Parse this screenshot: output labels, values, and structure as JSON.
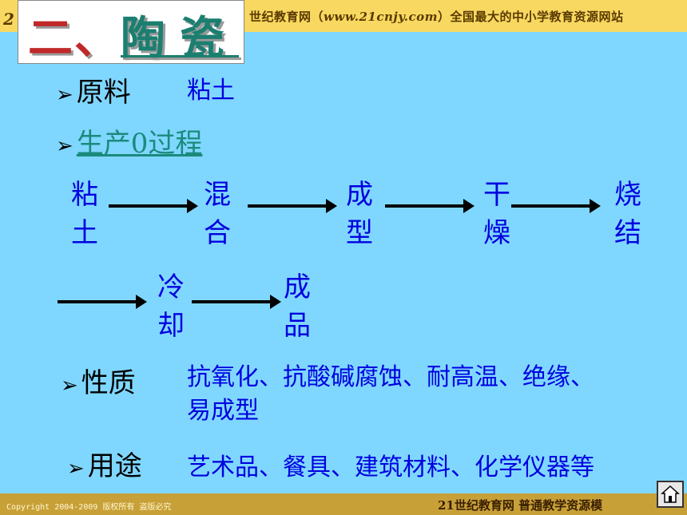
{
  "header": {
    "logo": "2",
    "banner_prefix": "世纪教育网（",
    "banner_url": "www.21cnjy.com",
    "banner_suffix": "）全国最大的中小学教育资源网站"
  },
  "title": {
    "number": "二、",
    "subject": "陶瓷"
  },
  "raw_material": {
    "label": "原料",
    "value": "粘土"
  },
  "process": {
    "label": "生产0过程",
    "steps_row1": [
      {
        "top": "粘",
        "bottom": "土"
      },
      {
        "top": "混",
        "bottom": "合"
      },
      {
        "top": "成",
        "bottom": "型"
      },
      {
        "top": "干",
        "bottom": "燥"
      },
      {
        "top": "烧",
        "bottom": "结"
      }
    ],
    "steps_row2": [
      {
        "top": "冷",
        "bottom": "却"
      },
      {
        "top": "成",
        "bottom": "品"
      }
    ]
  },
  "properties": {
    "label": "性质",
    "line1": "抗氧化、抗酸碱腐蚀、耐高温、绝缘、",
    "line2": "易成型"
  },
  "uses": {
    "label": "用途",
    "value": "艺术品、餐具、建筑材料、化学仪器等"
  },
  "footer": {
    "copyright": "Copyright 2004-2009 版权所有 盗版必究",
    "site": "21世纪教育网   普通教学资源模"
  }
}
